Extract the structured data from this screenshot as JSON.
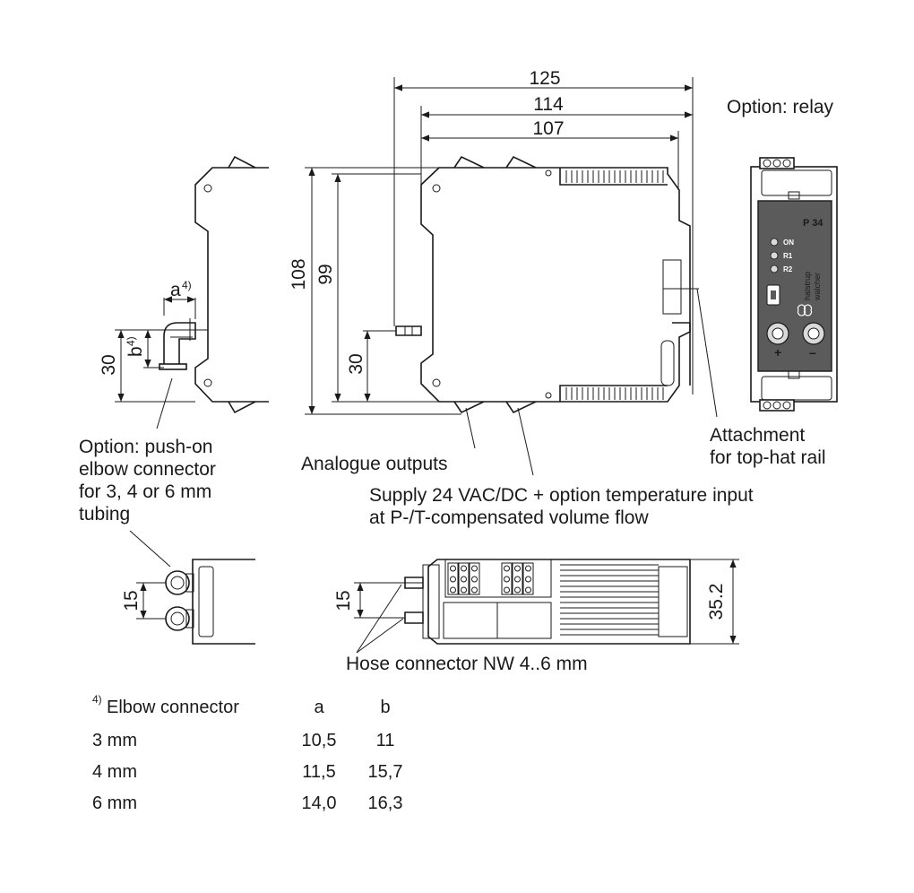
{
  "dimensions": {
    "d125": "125",
    "d114": "114",
    "d107": "107",
    "d108": "108",
    "d99": "99",
    "d30_left": "30",
    "d30_mid": "30",
    "d15_left": "15",
    "d15_mid": "15",
    "d35_2": "35.2",
    "a_label": "a",
    "b_label": "b",
    "footnote_mark": "4)"
  },
  "labels": {
    "option_relay": "Option: relay",
    "option_elbow": [
      "Option: push-on",
      "elbow connector",
      "for 3, 4 or 6 mm",
      "tubing"
    ],
    "analogue_outputs": "Analogue outputs",
    "supply": [
      "Supply 24 VAC/DC + option temperature input",
      "at P-/T-compensated volume flow"
    ],
    "attachment": [
      "Attachment",
      "for top-hat rail"
    ],
    "hose_connector": "Hose connector NW 4..6 mm"
  },
  "device_front": {
    "model": "P 34",
    "leds": [
      "ON",
      "R1",
      "R2"
    ],
    "brand": [
      "halstrup",
      "walcher"
    ],
    "plus": "+",
    "minus": "–"
  },
  "table": {
    "footnote": "4)",
    "headers": [
      "Elbow connector",
      "a",
      "b"
    ],
    "rows": [
      [
        "3 mm",
        "10,5",
        "11"
      ],
      [
        "4 mm",
        "11,5",
        "15,7"
      ],
      [
        "6 mm",
        "14,0",
        "16,3"
      ]
    ]
  },
  "colors": {
    "line": "#1a1a1a",
    "panel": "#5b5b5b",
    "background": "#ffffff"
  }
}
